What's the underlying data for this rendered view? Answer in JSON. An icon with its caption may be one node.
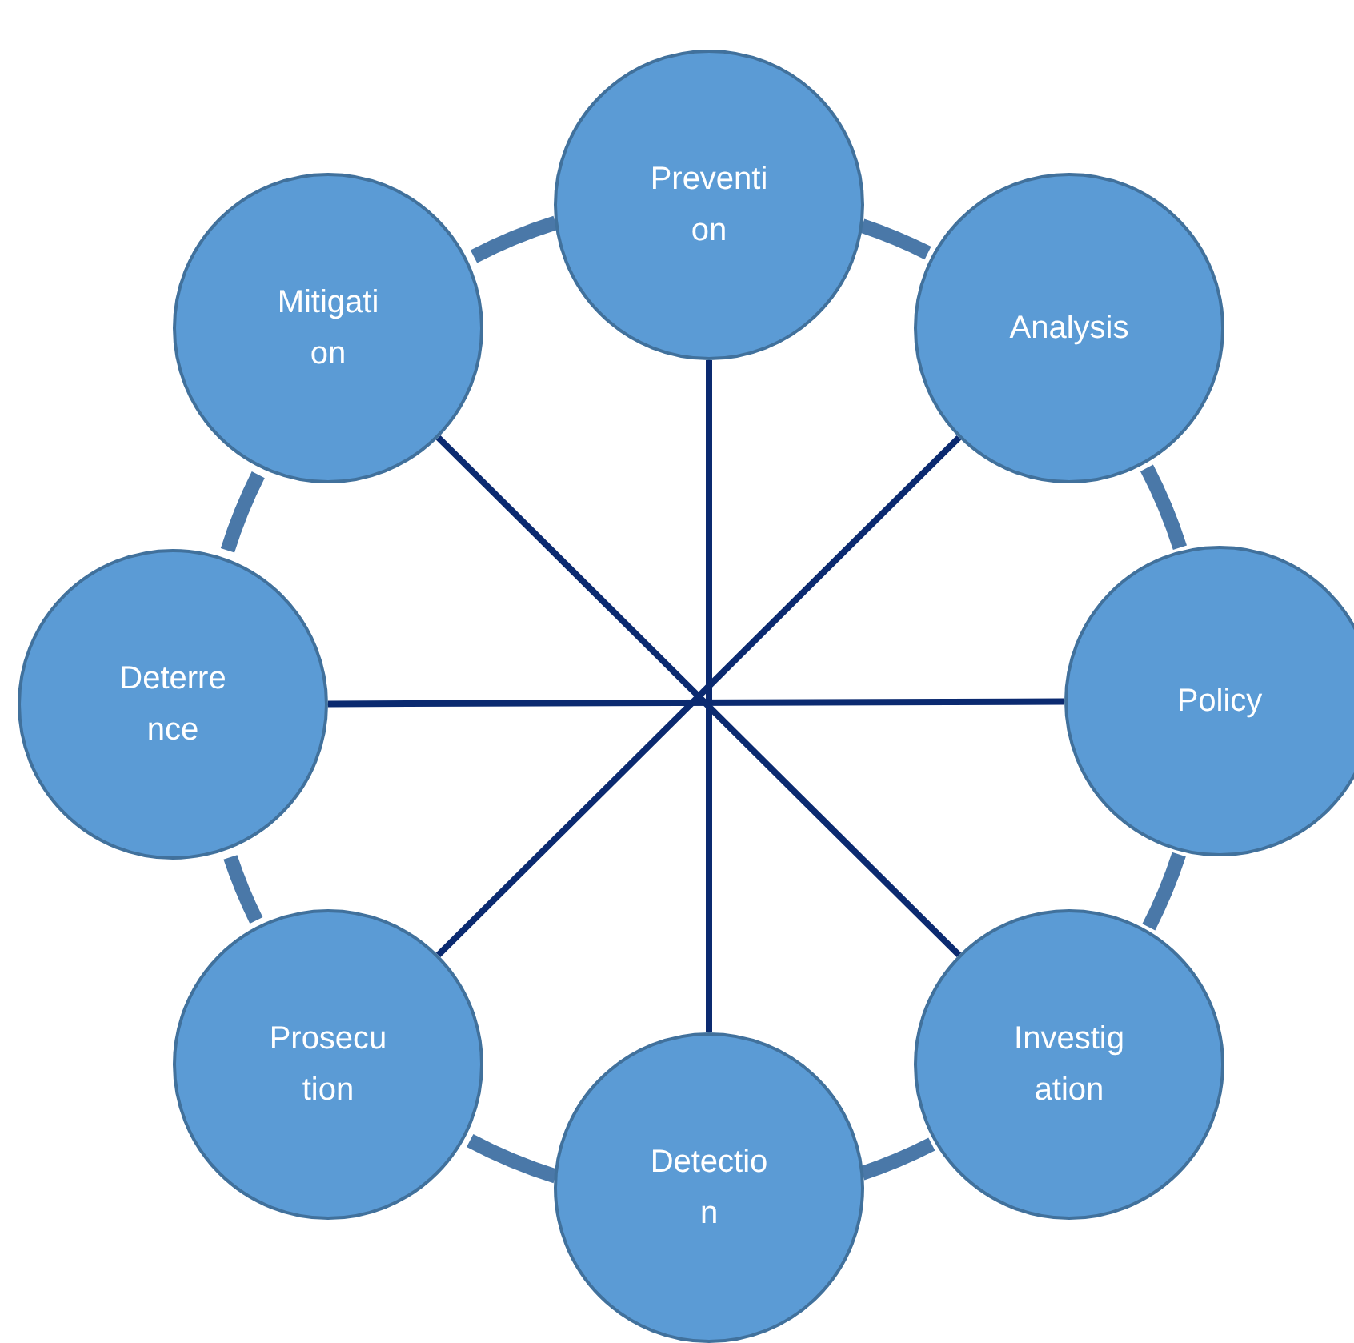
{
  "diagram": {
    "nodes": [
      {
        "text": [
          "Preventi on"
        ]
      },
      {
        "text": [
          "Analysis"
        ]
      },
      {
        "text": [
          "Policy"
        ]
      },
      {
        "text": [
          "Investig ation"
        ]
      },
      {
        "text": [
          "Detectio n"
        ]
      },
      {
        "text": [
          "Prosecu tion"
        ]
      },
      {
        "text": [
          "Deterre nce"
        ]
      },
      {
        "text": [
          "Mitigati on"
        ]
      }
    ],
    "edges": [
      {
        "from": 0,
        "to": 1,
        "arrow": "none"
      },
      {
        "from": 1,
        "to": 2,
        "arrow": "none"
      },
      {
        "from": 2,
        "to": 3,
        "arrow": "none"
      },
      {
        "from": 3,
        "to": 4,
        "arrow": "none"
      },
      {
        "from": 4,
        "to": 5,
        "arrow": "none"
      },
      {
        "from": 5,
        "to": 6,
        "arrow": "none"
      },
      {
        "from": 6,
        "to": 7,
        "arrow": "none"
      },
      {
        "from": 7,
        "to": 0,
        "arrow": "none"
      },
      {
        "from": 0,
        "to": 4,
        "arrow": "none",
        "color": "#0b2a70"
      },
      {
        "from": 1,
        "to": 5,
        "arrow": "none",
        "color": "#0b2a70"
      },
      {
        "from": 2,
        "to": 6,
        "arrow": "none",
        "color": "#0b2a70"
      },
      {
        "from": 7,
        "to": 3,
        "arrow": "none",
        "color": "#0b2a70"
      }
    ]
  }
}
